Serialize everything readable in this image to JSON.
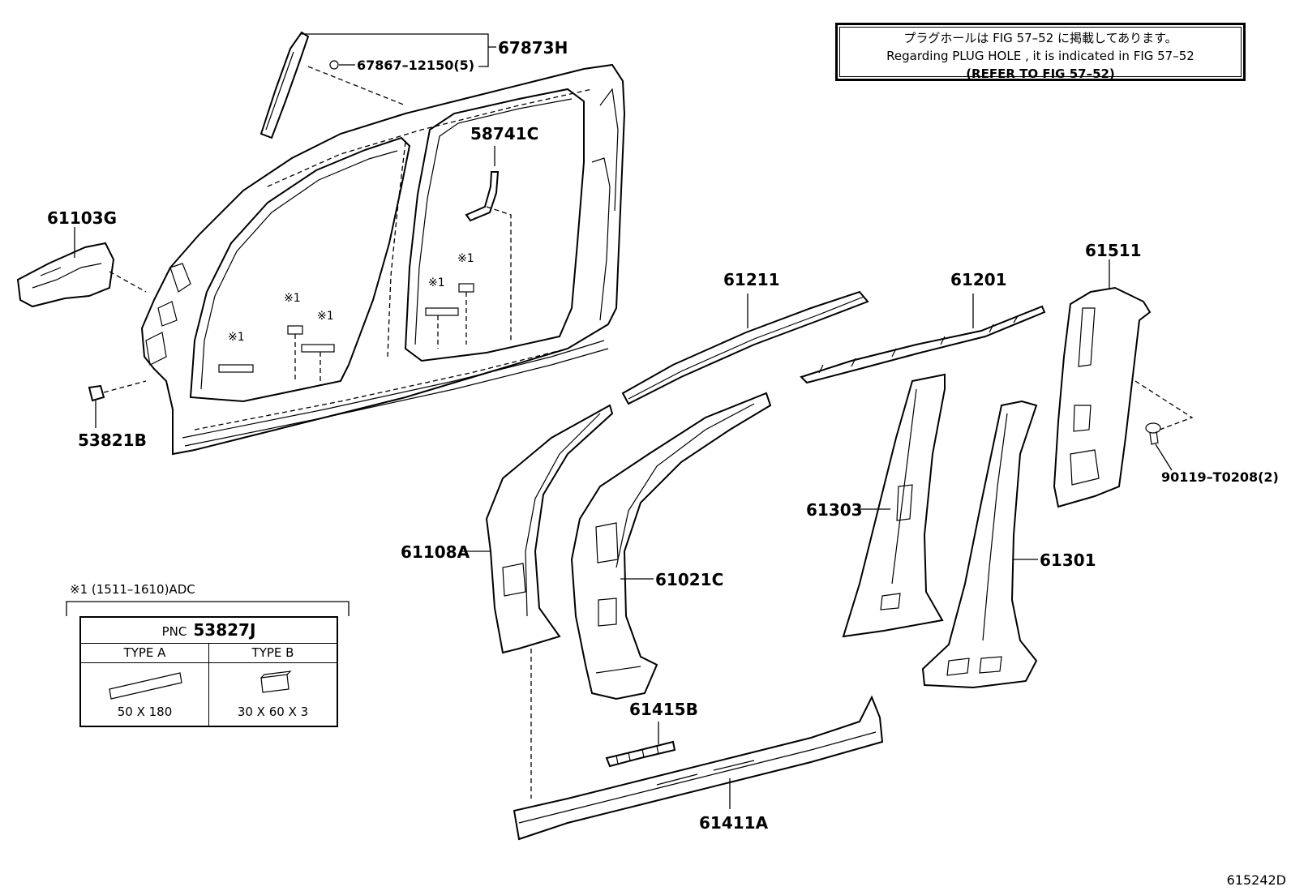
{
  "notice": {
    "line1": "プラグホールは FIG 57–52 に掲載してあります。",
    "line2": "Regarding PLUG HOLE , it is indicated in FIG 57–52",
    "line3": "(REFER TO FIG 57–52)"
  },
  "parts": {
    "p67873H": "67873H",
    "p67867": "67867–12150(5)",
    "p58741C": "58741C",
    "p61103G": "61103G",
    "p53821B": "53821B",
    "p61211": "61211",
    "p61201": "61201",
    "p61511": "61511",
    "p90119": "90119–T0208(2)",
    "p61303": "61303",
    "p61301": "61301",
    "p61108A": "61108A",
    "p61021C": "61021C",
    "p61415B": "61415B",
    "p61411A": "61411A"
  },
  "markers": {
    "note1": "※1"
  },
  "legend": {
    "header": "※1 (1511–1610)ADC",
    "pnc_label": "PNC",
    "pnc_code": "53827J",
    "type_a": "TYPE A",
    "type_b": "TYPE B",
    "size_a": "50 X 180",
    "size_b": "30 X 60 X 3"
  },
  "figure_id": "615242D"
}
